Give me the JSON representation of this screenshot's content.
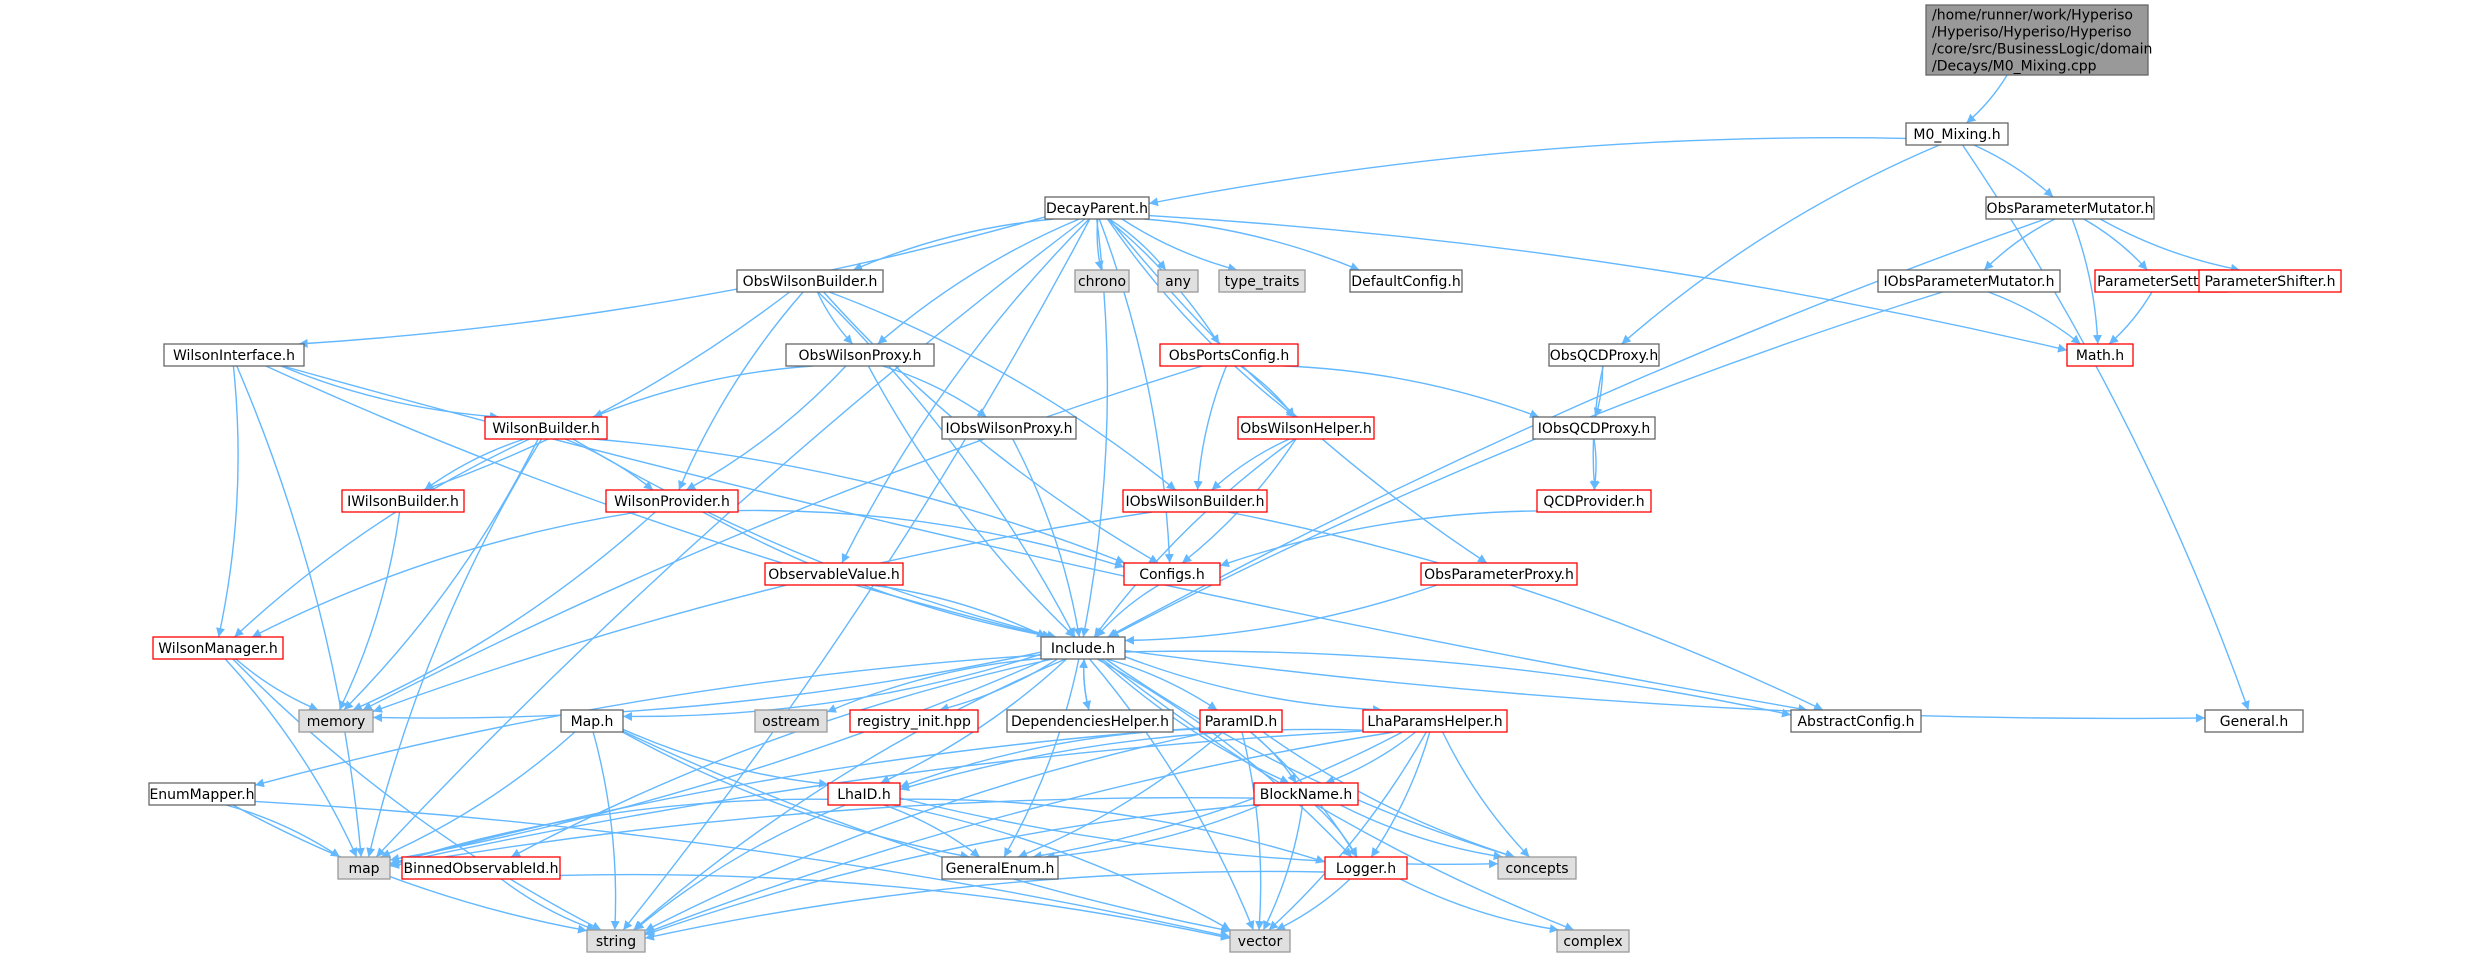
{
  "graph_nodes": [
    {
      "id": "root",
      "style": "root",
      "lines": [
        "/home/runner/work/Hyperiso",
        "/Hyperiso/Hyperiso/Hyperiso",
        "/core/src/BusinessLogic/domain",
        "/Decays/M0_Mixing.cpp"
      ]
    },
    {
      "id": "m0mixing",
      "style": "normal",
      "lines": [
        "M0_Mixing.h"
      ]
    },
    {
      "id": "decayparent",
      "style": "normal",
      "lines": [
        "DecayParent.h"
      ]
    },
    {
      "id": "obsparammutator",
      "style": "normal",
      "lines": [
        "ObsParameterMutator.h"
      ]
    },
    {
      "id": "chrono",
      "style": "sys",
      "lines": [
        "chrono"
      ]
    },
    {
      "id": "any",
      "style": "sys",
      "lines": [
        "any"
      ]
    },
    {
      "id": "typetraits",
      "style": "sys",
      "lines": [
        "type_traits"
      ]
    },
    {
      "id": "defaultconfig",
      "style": "normal",
      "lines": [
        "DefaultConfig.h"
      ]
    },
    {
      "id": "obswilsonbuilder",
      "style": "normal",
      "lines": [
        "ObsWilsonBuilder.h"
      ]
    },
    {
      "id": "iobsparammutator",
      "style": "normal",
      "lines": [
        "IObsParameterMutator.h"
      ]
    },
    {
      "id": "paramsetter",
      "style": "red",
      "lines": [
        "ParameterSetter.h"
      ]
    },
    {
      "id": "paramshifter",
      "style": "red",
      "lines": [
        "ParameterShifter.h"
      ]
    },
    {
      "id": "wilsoninterface",
      "style": "normal",
      "lines": [
        "WilsonInterface.h"
      ]
    },
    {
      "id": "obswilsonproxy",
      "style": "normal",
      "lines": [
        "ObsWilsonProxy.h"
      ]
    },
    {
      "id": "obsportsconfig",
      "style": "red",
      "lines": [
        "ObsPortsConfig.h"
      ]
    },
    {
      "id": "obsqcdproxy",
      "style": "normal",
      "lines": [
        "ObsQCDProxy.h"
      ]
    },
    {
      "id": "math",
      "style": "red",
      "lines": [
        "Math.h"
      ]
    },
    {
      "id": "wilsonbuilder",
      "style": "red",
      "lines": [
        "WilsonBuilder.h"
      ]
    },
    {
      "id": "iobswilsonproxy",
      "style": "normal",
      "lines": [
        "IObsWilsonProxy.h"
      ]
    },
    {
      "id": "obswilsonhelper",
      "style": "red",
      "lines": [
        "ObsWilsonHelper.h"
      ]
    },
    {
      "id": "iobsqcdproxy",
      "style": "normal",
      "lines": [
        "IObsQCDProxy.h"
      ]
    },
    {
      "id": "iwilsonbuilder",
      "style": "red",
      "lines": [
        "IWilsonBuilder.h"
      ]
    },
    {
      "id": "wilsonprovider",
      "style": "red",
      "lines": [
        "WilsonProvider.h"
      ]
    },
    {
      "id": "iobswilsonbuilder",
      "style": "red",
      "lines": [
        "IObsWilsonBuilder.h"
      ]
    },
    {
      "id": "qcdprovider",
      "style": "red",
      "lines": [
        "QCDProvider.h"
      ]
    },
    {
      "id": "observablevalue",
      "style": "red",
      "lines": [
        "ObservableValue.h"
      ]
    },
    {
      "id": "configs",
      "style": "red",
      "lines": [
        "Configs.h"
      ]
    },
    {
      "id": "obsparamproxy",
      "style": "red",
      "lines": [
        "ObsParameterProxy.h"
      ]
    },
    {
      "id": "wilsonmanager",
      "style": "red",
      "lines": [
        "WilsonManager.h"
      ]
    },
    {
      "id": "include",
      "style": "normal",
      "lines": [
        "Include.h"
      ]
    },
    {
      "id": "memory",
      "style": "sys",
      "lines": [
        "memory"
      ]
    },
    {
      "id": "ostream",
      "style": "sys",
      "lines": [
        "ostream"
      ]
    },
    {
      "id": "registryinit",
      "style": "red",
      "lines": [
        "registry_init.hpp"
      ]
    },
    {
      "id": "dependencieshelper",
      "style": "normal",
      "lines": [
        "DependenciesHelper.h"
      ]
    },
    {
      "id": "paramid",
      "style": "red",
      "lines": [
        "ParamID.h"
      ]
    },
    {
      "id": "lhaparamshelper",
      "style": "red",
      "lines": [
        "LhaParamsHelper.h"
      ]
    },
    {
      "id": "abstractconfig",
      "style": "normal",
      "lines": [
        "AbstractConfig.h"
      ]
    },
    {
      "id": "general",
      "style": "normal",
      "lines": [
        "General.h"
      ]
    },
    {
      "id": "map_h",
      "style": "normal",
      "lines": [
        "Map.h"
      ]
    },
    {
      "id": "enummapper",
      "style": "normal",
      "lines": [
        "EnumMapper.h"
      ]
    },
    {
      "id": "lhaid",
      "style": "red",
      "lines": [
        "LhaID.h"
      ]
    },
    {
      "id": "blockname",
      "style": "red",
      "lines": [
        "BlockName.h"
      ]
    },
    {
      "id": "map",
      "style": "sys",
      "lines": [
        "map"
      ]
    },
    {
      "id": "binnedobs",
      "style": "red",
      "lines": [
        "BinnedObservableId.h"
      ]
    },
    {
      "id": "generalenum",
      "style": "normal",
      "lines": [
        "GeneralEnum.h"
      ]
    },
    {
      "id": "concepts",
      "style": "sys",
      "lines": [
        "concepts"
      ]
    },
    {
      "id": "logger",
      "style": "red",
      "lines": [
        "Logger.h"
      ]
    },
    {
      "id": "string",
      "style": "sys",
      "lines": [
        "string"
      ]
    },
    {
      "id": "vector",
      "style": "sys",
      "lines": [
        "vector"
      ]
    },
    {
      "id": "complex",
      "style": "sys",
      "lines": [
        "complex"
      ]
    }
  ],
  "graph_edges": [
    [
      "root",
      "m0mixing"
    ],
    [
      "m0mixing",
      "decayparent"
    ],
    [
      "m0mixing",
      "obsparammutator"
    ],
    [
      "m0mixing",
      "obsqcdproxy"
    ],
    [
      "m0mixing",
      "general"
    ],
    [
      "decayparent",
      "chrono"
    ],
    [
      "decayparent",
      "any"
    ],
    [
      "decayparent",
      "typetraits"
    ],
    [
      "decayparent",
      "defaultconfig"
    ],
    [
      "decayparent",
      "obswilsonbuilder"
    ],
    [
      "decayparent",
      "wilsoninterface"
    ],
    [
      "decayparent",
      "obswilsonproxy"
    ],
    [
      "decayparent",
      "obsportsconfig"
    ],
    [
      "decayparent",
      "obswilsonhelper"
    ],
    [
      "decayparent",
      "math"
    ],
    [
      "decayparent",
      "observablevalue"
    ],
    [
      "decayparent",
      "configs"
    ],
    [
      "decayparent",
      "obsparamproxy"
    ],
    [
      "decayparent",
      "include"
    ],
    [
      "decayparent",
      "map"
    ],
    [
      "decayparent",
      "string"
    ],
    [
      "obsparammutator",
      "iobsparammutator"
    ],
    [
      "obsparammutator",
      "paramsetter"
    ],
    [
      "obsparammutator",
      "paramshifter"
    ],
    [
      "obsparammutator",
      "math"
    ],
    [
      "obsparammutator",
      "include"
    ],
    [
      "iobsparammutator",
      "math"
    ],
    [
      "iobsparammutator",
      "include"
    ],
    [
      "paramsetter",
      "math"
    ],
    [
      "obswilsonbuilder",
      "obswilsonproxy"
    ],
    [
      "obswilsonbuilder",
      "iwilsonbuilder"
    ],
    [
      "obswilsonbuilder",
      "wilsonprovider"
    ],
    [
      "obswilsonbuilder",
      "iobswilsonbuilder"
    ],
    [
      "obswilsonbuilder",
      "configs"
    ],
    [
      "obswilsonbuilder",
      "include"
    ],
    [
      "wilsoninterface",
      "wilsonbuilder"
    ],
    [
      "wilsoninterface",
      "wilsonmanager"
    ],
    [
      "wilsoninterface",
      "include"
    ],
    [
      "wilsoninterface",
      "map"
    ],
    [
      "wilsoninterface",
      "abstractconfig"
    ],
    [
      "obswilsonproxy",
      "iobswilsonproxy"
    ],
    [
      "obswilsonproxy",
      "wilsonbuilder"
    ],
    [
      "obswilsonproxy",
      "wilsonprovider"
    ],
    [
      "obswilsonproxy",
      "include"
    ],
    [
      "obsportsconfig",
      "obswilsonhelper"
    ],
    [
      "obsportsconfig",
      "iobswilsonbuilder"
    ],
    [
      "obsportsconfig",
      "iobsqcdproxy"
    ],
    [
      "obsportsconfig",
      "memory"
    ],
    [
      "obsqcdproxy",
      "iobsqcdproxy"
    ],
    [
      "obsqcdproxy",
      "qcdprovider"
    ],
    [
      "iobsqcdproxy",
      "qcdprovider"
    ],
    [
      "wilsonbuilder",
      "iwilsonbuilder"
    ],
    [
      "wilsonbuilder",
      "wilsonprovider"
    ],
    [
      "wilsonbuilder",
      "wilsonmanager"
    ],
    [
      "wilsonbuilder",
      "configs"
    ],
    [
      "wilsonbuilder",
      "include"
    ],
    [
      "wilsonbuilder",
      "memory"
    ],
    [
      "wilsonbuilder",
      "map"
    ],
    [
      "iobswilsonproxy",
      "include"
    ],
    [
      "obswilsonhelper",
      "iobswilsonbuilder"
    ],
    [
      "obswilsonhelper",
      "configs"
    ],
    [
      "obswilsonhelper",
      "include"
    ],
    [
      "iwilsonbuilder",
      "memory"
    ],
    [
      "wilsonprovider",
      "wilsonmanager"
    ],
    [
      "wilsonprovider",
      "configs"
    ],
    [
      "wilsonprovider",
      "include"
    ],
    [
      "wilsonprovider",
      "memory"
    ],
    [
      "iobswilsonbuilder",
      "memory"
    ],
    [
      "iobswilsonbuilder",
      "abstractconfig"
    ],
    [
      "qcdprovider",
      "configs"
    ],
    [
      "observablevalue",
      "include"
    ],
    [
      "configs",
      "include"
    ],
    [
      "obsparamproxy",
      "include"
    ],
    [
      "wilsonmanager",
      "memory"
    ],
    [
      "wilsonmanager",
      "map"
    ],
    [
      "wilsonmanager",
      "string"
    ],
    [
      "include",
      "memory"
    ],
    [
      "include",
      "ostream"
    ],
    [
      "include",
      "registryinit"
    ],
    [
      "include",
      "dependencieshelper"
    ],
    [
      "include",
      "paramid"
    ],
    [
      "include",
      "lhaparamshelper"
    ],
    [
      "include",
      "abstractconfig"
    ],
    [
      "include",
      "general"
    ],
    [
      "include",
      "map_h"
    ],
    [
      "include",
      "enummapper"
    ],
    [
      "include",
      "lhaid"
    ],
    [
      "include",
      "blockname"
    ],
    [
      "include",
      "map"
    ],
    [
      "include",
      "binnedobs"
    ],
    [
      "include",
      "generalenum"
    ],
    [
      "include",
      "concepts"
    ],
    [
      "include",
      "logger"
    ],
    [
      "include",
      "string"
    ],
    [
      "include",
      "vector"
    ],
    [
      "include",
      "complex"
    ],
    [
      "dependencieshelper",
      "include"
    ],
    [
      "paramid",
      "lhaid"
    ],
    [
      "paramid",
      "blockname"
    ],
    [
      "paramid",
      "map"
    ],
    [
      "paramid",
      "generalenum"
    ],
    [
      "paramid",
      "concepts"
    ],
    [
      "paramid",
      "logger"
    ],
    [
      "paramid",
      "string"
    ],
    [
      "paramid",
      "vector"
    ],
    [
      "lhaparamshelper",
      "lhaid"
    ],
    [
      "lhaparamshelper",
      "blockname"
    ],
    [
      "lhaparamshelper",
      "map"
    ],
    [
      "lhaparamshelper",
      "generalenum"
    ],
    [
      "lhaparamshelper",
      "concepts"
    ],
    [
      "lhaparamshelper",
      "logger"
    ],
    [
      "lhaparamshelper",
      "string"
    ],
    [
      "lhaparamshelper",
      "vector"
    ],
    [
      "map_h",
      "lhaid"
    ],
    [
      "map_h",
      "map"
    ],
    [
      "map_h",
      "generalenum"
    ],
    [
      "map_h",
      "string"
    ],
    [
      "map_h",
      "vector"
    ],
    [
      "enummapper",
      "map"
    ],
    [
      "enummapper",
      "string"
    ],
    [
      "enummapper",
      "vector"
    ],
    [
      "lhaid",
      "map"
    ],
    [
      "lhaid",
      "generalenum"
    ],
    [
      "lhaid",
      "concepts"
    ],
    [
      "lhaid",
      "logger"
    ],
    [
      "lhaid",
      "string"
    ],
    [
      "lhaid",
      "vector"
    ],
    [
      "blockname",
      "map"
    ],
    [
      "blockname",
      "generalenum"
    ],
    [
      "blockname",
      "concepts"
    ],
    [
      "blockname",
      "logger"
    ],
    [
      "blockname",
      "string"
    ],
    [
      "blockname",
      "vector"
    ],
    [
      "binnedobs",
      "string"
    ],
    [
      "binnedobs",
      "vector"
    ],
    [
      "logger",
      "string"
    ],
    [
      "logger",
      "vector"
    ],
    [
      "logger",
      "complex"
    ]
  ]
}
